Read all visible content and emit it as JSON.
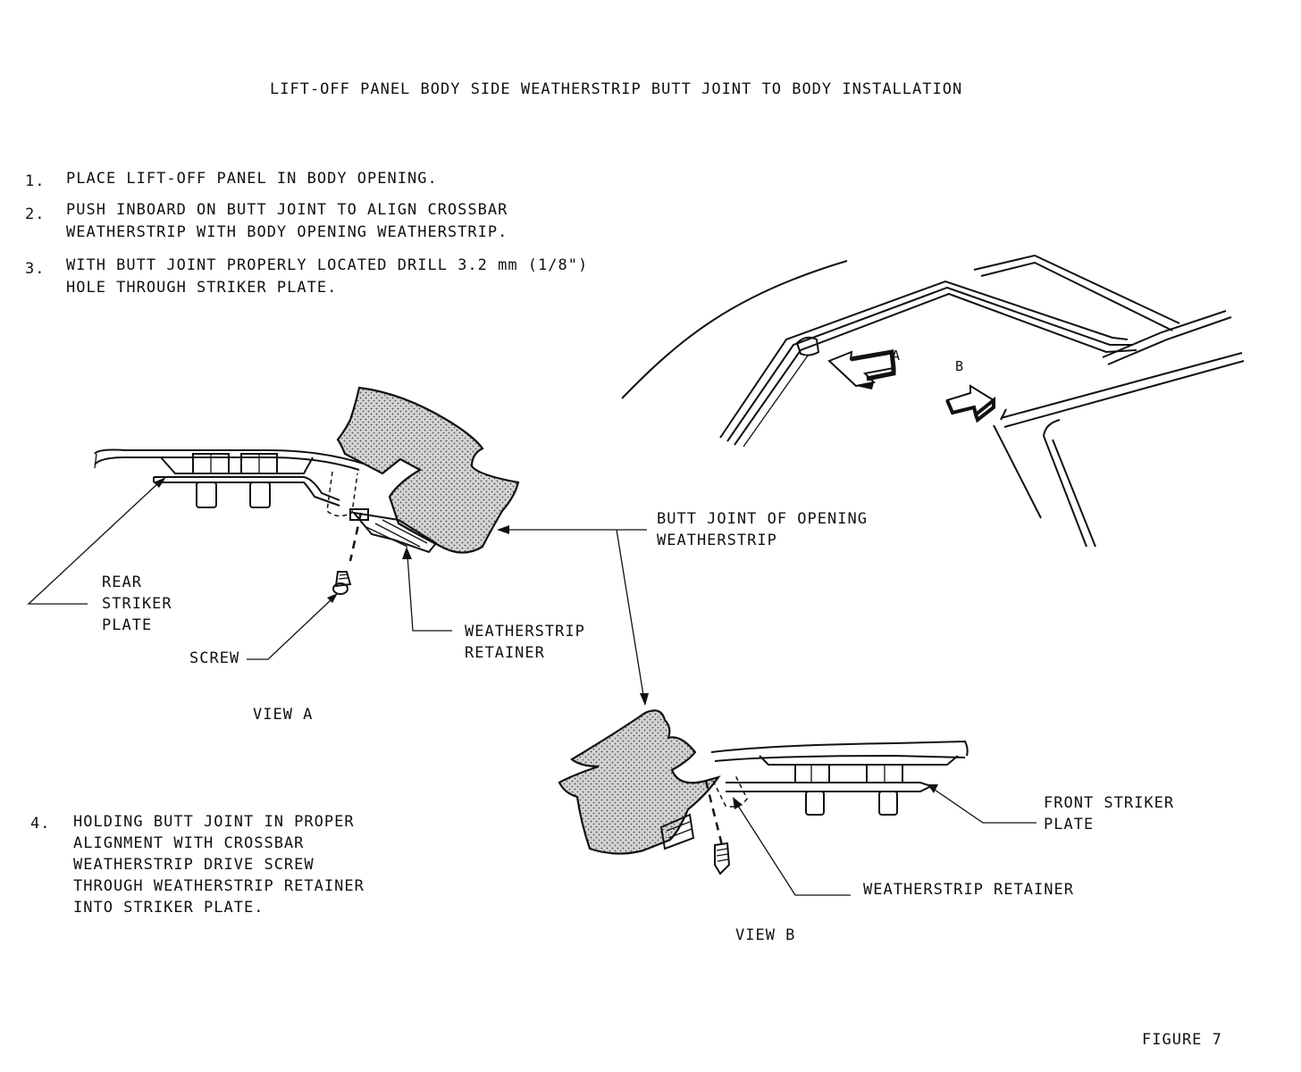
{
  "title": "LIFT-OFF PANEL BODY SIDE WEATHERSTRIP BUTT JOINT TO BODY INSTALLATION",
  "steps": [
    {
      "num": "1.",
      "lines": [
        "PLACE LIFT-OFF PANEL IN BODY OPENING."
      ]
    },
    {
      "num": "2.",
      "lines": [
        "PUSH INBOARD ON BUTT JOINT TO ALIGN CROSSBAR",
        "WEATHERSTRIP WITH BODY OPENING WEATHERSTRIP."
      ]
    },
    {
      "num": "3.",
      "lines": [
        "WITH BUTT JOINT PROPERLY LOCATED DRILL 3.2 mm (1/8\")",
        "HOLE THROUGH STRIKER PLATE."
      ]
    },
    {
      "num": "4.",
      "lines": [
        "HOLDING BUTT JOINT IN PROPER",
        "ALIGNMENT WITH CROSSBAR",
        "WEATHERSTRIP DRIVE SCREW",
        "THROUGH WEATHERSTRIP RETAINER",
        "INTO STRIKER PLATE."
      ]
    }
  ],
  "labels": {
    "rear_striker": [
      "REAR",
      "STRIKER",
      "PLATE"
    ],
    "screw": "SCREW",
    "retainer_a": [
      "WEATHERSTRIP",
      "RETAINER"
    ],
    "butt_joint": [
      "BUTT JOINT OF OPENING",
      "WEATHERSTRIP"
    ],
    "front_striker": [
      "FRONT STRIKER",
      "PLATE"
    ],
    "retainer_b": "WEATHERSTRIP RETAINER",
    "arrow_a": "A",
    "arrow_b": "B",
    "view_a": "VIEW A",
    "view_b": "VIEW B"
  },
  "figure": "FIGURE 7"
}
